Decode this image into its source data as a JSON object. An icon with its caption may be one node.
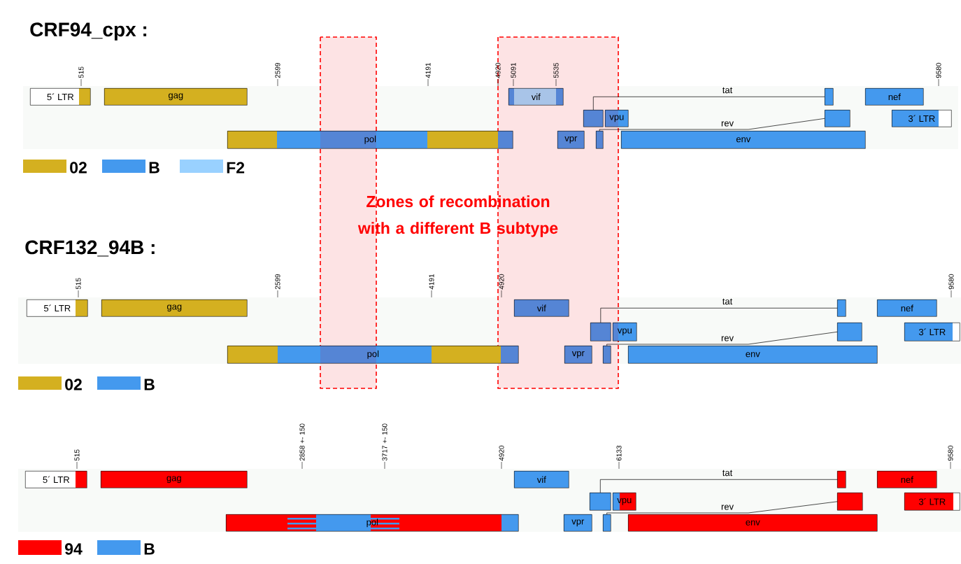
{
  "diagram": {
    "nodes": [
      {
        "text": [
          "5´ LTR"
        ]
      },
      {
        "text": [
          "gag"
        ]
      },
      {
        "text": [
          "vif"
        ]
      },
      {
        "text": [],
        "shape": "box"
      },
      {
        "text": [
          "nef"
        ]
      },
      {
        "text": [],
        "shape": "box"
      },
      {
        "text": [
          "vpu"
        ]
      },
      {
        "text": [],
        "shape": "box"
      },
      {
        "text": [
          "3´ LTR"
        ]
      },
      {
        "text": [
          "pol"
        ]
      },
      {
        "text": [
          "vpr"
        ]
      },
      {
        "text": [],
        "shape": "box"
      },
      {
        "text": [
          "env"
        ]
      },
      {
        "text": [
          "5´ LTR"
        ]
      },
      {
        "text": [
          "gag"
        ]
      },
      {
        "text": [
          "vif"
        ]
      },
      {
        "text": [],
        "shape": "box"
      },
      {
        "text": [
          "nef"
        ]
      },
      {
        "text": [],
        "shape": "box"
      },
      {
        "text": [
          "vpu"
        ]
      },
      {
        "text": [],
        "shape": "box"
      },
      {
        "text": [
          "3´ LTR"
        ]
      },
      {
        "text": [
          "pol"
        ]
      },
      {
        "text": [
          "vpr"
        ]
      },
      {
        "text": [],
        "shape": "box"
      },
      {
        "text": [
          "env"
        ]
      },
      {
        "text": [
          "5´ LTR"
        ]
      },
      {
        "text": [
          "gag"
        ]
      },
      {
        "text": [
          "vif"
        ]
      },
      {
        "text": [],
        "shape": "box"
      },
      {
        "text": [
          "nef"
        ]
      },
      {
        "text": [],
        "shape": "box"
      },
      {
        "text": [
          "vpu"
        ]
      },
      {
        "text": [],
        "shape": "box"
      },
      {
        "text": [
          "3´ LTR"
        ]
      },
      {
        "text": [
          "pol"
        ]
      },
      {
        "text": [
          "vpr"
        ]
      },
      {
        "text": [],
        "shape": "box"
      },
      {
        "text": [
          "env"
        ]
      }
    ],
    "edges": [
      {
        "from": 5,
        "to": 3,
        "arrow": "none",
        "label": "tat"
      },
      {
        "from": 11,
        "to": 7,
        "arrow": "none",
        "label": "rev"
      },
      {
        "from": 18,
        "to": 16,
        "arrow": "none",
        "label": "tat"
      },
      {
        "from": 24,
        "to": 20,
        "arrow": "none",
        "label": "rev"
      },
      {
        "from": 31,
        "to": 29,
        "arrow": "none",
        "label": "tat"
      },
      {
        "from": 37,
        "to": 33,
        "arrow": "none",
        "label": "rev"
      }
    ],
    "labels": [
      "CRF94_cpx :",
      "515",
      "2599",
      "4191",
      "4920",
      "5091",
      "5535",
      "9580",
      "Zones of recombination with a different B subtype",
      "CRF132_94B :",
      "515",
      "2599",
      "4191",
      "4920",
      "9580",
      "515",
      "2858 +- 150",
      "3717 +- 150",
      "4920",
      "6133",
      "9580"
    ],
    "legend": [
      {
        "text": "02",
        "color": "#d4b020"
      },
      {
        "text": "B",
        "color": "#4499ee"
      },
      {
        "text": "F2",
        "color": "#99d1ff"
      },
      {
        "text": "02",
        "color": "#d4b020"
      },
      {
        "text": "B",
        "color": "#4499ee"
      },
      {
        "text": "94",
        "color": "#ff0000"
      },
      {
        "text": "B",
        "color": "#4499ee"
      }
    ]
  }
}
